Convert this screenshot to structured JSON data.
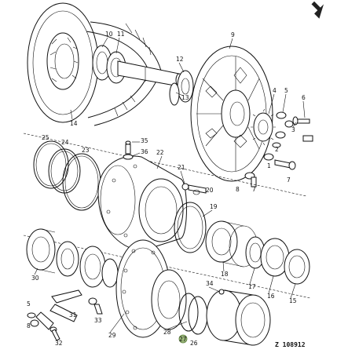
{
  "drawing_ref": "Z 108912",
  "callouts": [
    "1",
    "2",
    "3",
    "4",
    "5",
    "6",
    "7",
    "8",
    "9",
    "10",
    "11",
    "12",
    "13",
    "14",
    "15",
    "16",
    "17",
    "18",
    "19",
    "20",
    "21",
    "22",
    "23",
    "24",
    "25",
    "26",
    "27",
    "28",
    "29",
    "30",
    "31",
    "32",
    "33",
    "34",
    "35",
    "36",
    "5",
    "7",
    "8"
  ],
  "corner_mark": "arrow"
}
